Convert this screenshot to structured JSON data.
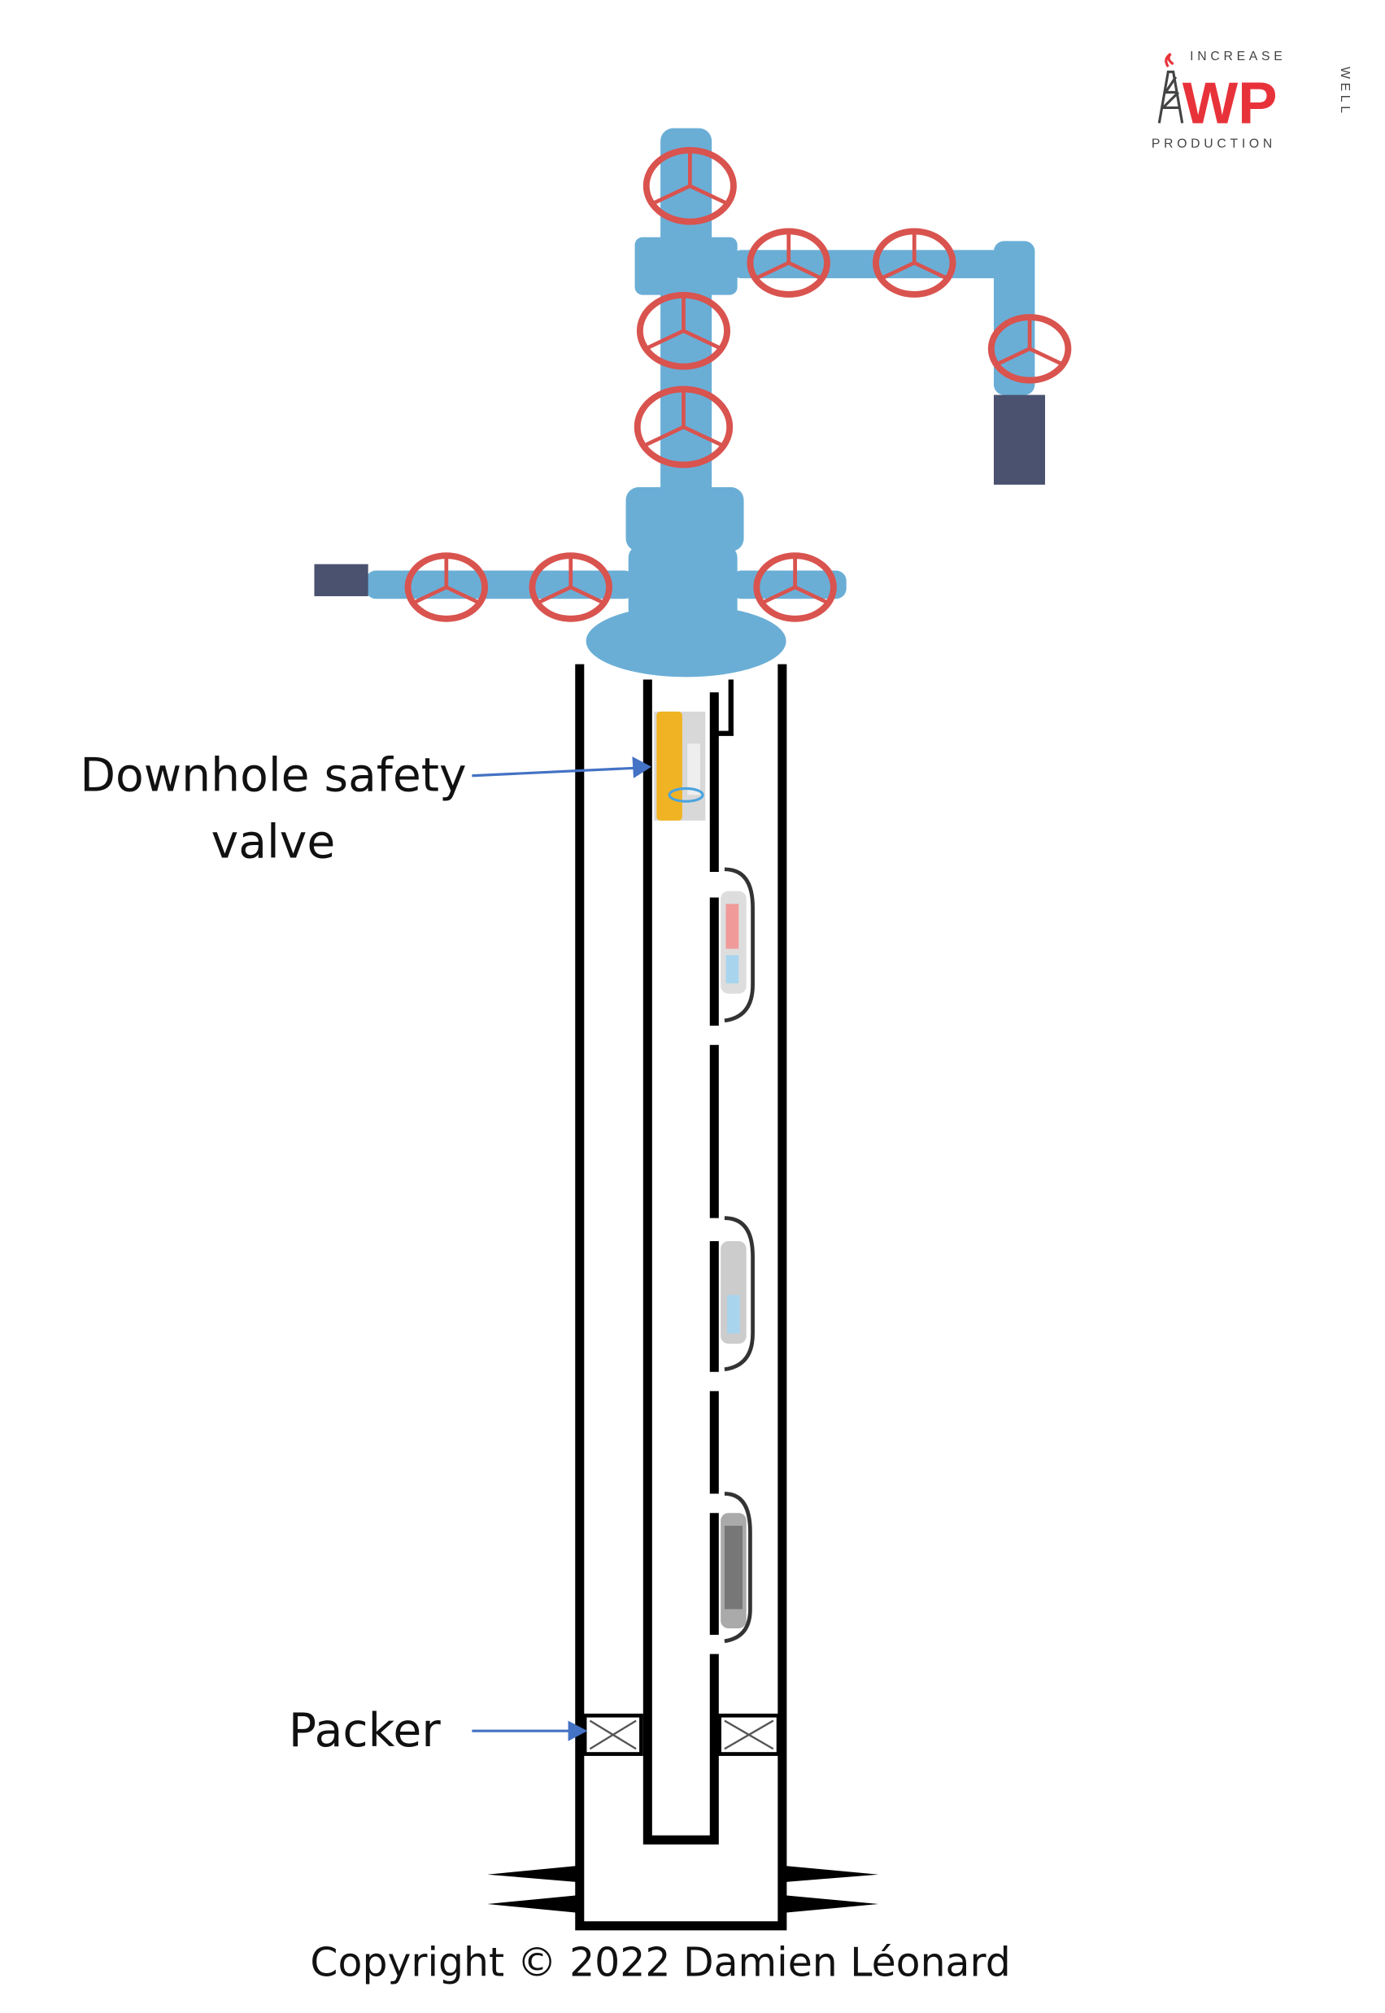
{
  "labels": {
    "safety_valve_line1": "Downhole safety",
    "safety_valve_line2": "valve",
    "packer": "Packer",
    "copyright": "Copyright © 2022 Damien Léonard"
  },
  "logo": {
    "top": "INCREASE",
    "main": "WP",
    "side": "WELL",
    "bottom": "PRODUCTION"
  },
  "colors": {
    "wellhead_blue": "#6aaed6",
    "handwheel_red": "#d9534f",
    "arrow_blue": "#4472c4",
    "safety_valve_gold": "#f0b323",
    "logo_red": "#e8323a",
    "casing": "#000000"
  }
}
